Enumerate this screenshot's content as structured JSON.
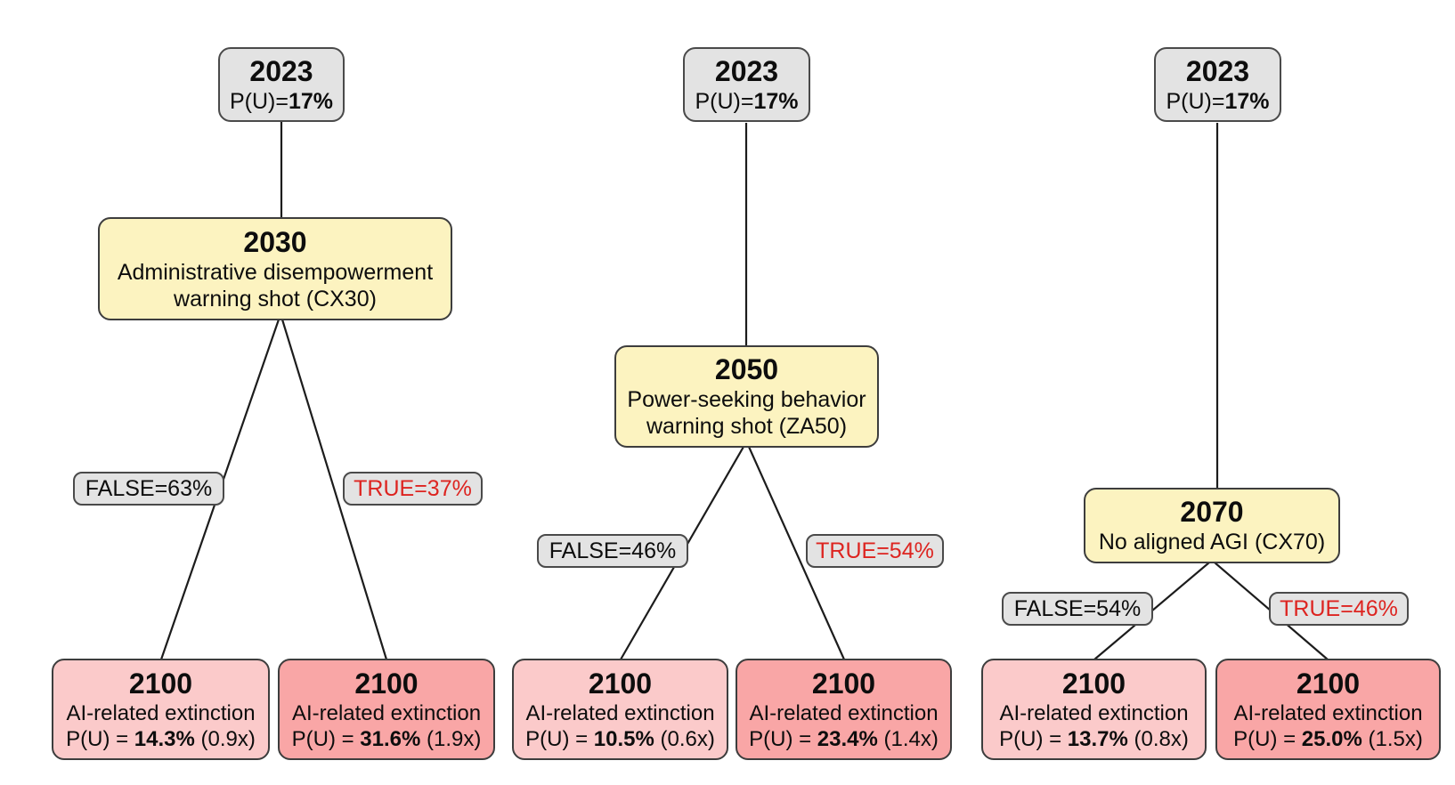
{
  "figure": {
    "background": "#ffffff",
    "colors": {
      "root_fill": "#e3e3e3",
      "branch_fill": "#fcf3c0",
      "leaf_false_fill": "#fbcaca",
      "leaf_true_fill": "#f9a6a6",
      "label_fill": "#e3e3e3",
      "border": "#3d3d3d",
      "edge_line": "#1c1c1c",
      "true_text": "#dd2420",
      "text": "#0d0d0d"
    }
  },
  "trees": [
    {
      "id": "CX30",
      "root": {
        "year": "2023",
        "pu_prefix": "P(U)=",
        "pu_value": "17%"
      },
      "branch": {
        "year": "2030",
        "line1": "Administrative disempowerment",
        "line2": "warning shot (CX30)"
      },
      "false_label": "FALSE=63%",
      "true_label": "TRUE=37%",
      "leaves": [
        {
          "year": "2100",
          "event": "AI-related extinction",
          "pu_prefix": "P(U) = ",
          "pu_value": "14.3%",
          "pu_suffix": " (0.9x)"
        },
        {
          "year": "2100",
          "event": "AI-related extinction",
          "pu_prefix": "P(U) = ",
          "pu_value": "31.6%",
          "pu_suffix": " (1.9x)"
        }
      ]
    },
    {
      "id": "ZA50",
      "root": {
        "year": "2023",
        "pu_prefix": "P(U)=",
        "pu_value": "17%"
      },
      "branch": {
        "year": "2050",
        "line1": "Power-seeking behavior",
        "line2": "warning shot (ZA50)"
      },
      "false_label": "FALSE=46%",
      "true_label": "TRUE=54%",
      "leaves": [
        {
          "year": "2100",
          "event": "AI-related extinction",
          "pu_prefix": "P(U) = ",
          "pu_value": "10.5%",
          "pu_suffix": " (0.6x)"
        },
        {
          "year": "2100",
          "event": "AI-related extinction",
          "pu_prefix": "P(U) = ",
          "pu_value": "23.4%",
          "pu_suffix": " (1.4x)"
        }
      ]
    },
    {
      "id": "CX70",
      "root": {
        "year": "2023",
        "pu_prefix": "P(U)=",
        "pu_value": "17%"
      },
      "branch": {
        "year": "2070",
        "line1": "No aligned AGI (CX70)",
        "line2": ""
      },
      "false_label": "FALSE=54%",
      "true_label": "TRUE=46%",
      "leaves": [
        {
          "year": "2100",
          "event": "AI-related extinction",
          "pu_prefix": "P(U) = ",
          "pu_value": "13.7%",
          "pu_suffix": " (0.8x)"
        },
        {
          "year": "2100",
          "event": "AI-related extinction",
          "pu_prefix": "P(U) = ",
          "pu_value": "25.0%",
          "pu_suffix": " (1.5x)"
        }
      ]
    }
  ]
}
